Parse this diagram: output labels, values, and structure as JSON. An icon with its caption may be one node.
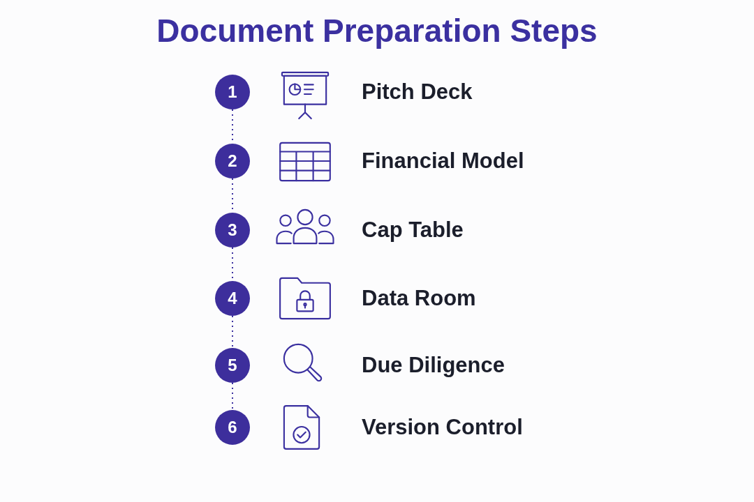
{
  "diagram": {
    "title": "Document Preparation Steps",
    "nodes": [
      {
        "text": [
          "1"
        ]
      },
      {
        "text": [
          "2"
        ]
      },
      {
        "text": [
          "3"
        ]
      },
      {
        "text": [
          "4"
        ]
      },
      {
        "text": [
          "5"
        ]
      },
      {
        "text": [
          "6"
        ]
      }
    ],
    "edges": [
      {
        "from": 0,
        "to": 1,
        "arrow": "none",
        "style": "dashed"
      },
      {
        "from": 1,
        "to": 2,
        "arrow": "none",
        "style": "dashed"
      },
      {
        "from": 2,
        "to": 3,
        "arrow": "none",
        "style": "dashed"
      },
      {
        "from": 3,
        "to": 4,
        "arrow": "none",
        "style": "dashed"
      },
      {
        "from": 4,
        "to": 5,
        "arrow": "none",
        "style": "dashed"
      }
    ],
    "labels": [
      "Pitch Deck",
      "Financial Model",
      "Cap Table",
      "Data Room",
      "Due Diligence",
      "Version Control"
    ]
  }
}
